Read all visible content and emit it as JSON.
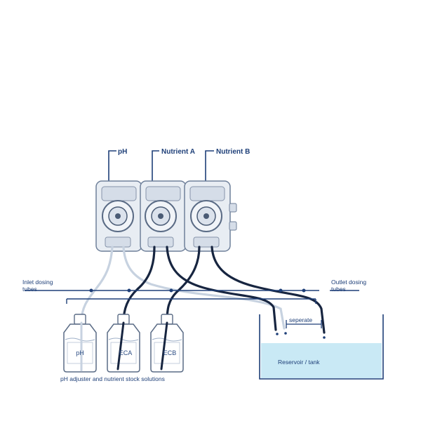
{
  "pumps": {
    "ph": "pH",
    "nutrient_a": "Nutrient A",
    "nutrient_b": "Nutrient B"
  },
  "inlet_label": [
    "Inlet dosing",
    "tubes"
  ],
  "outlet_label": [
    "Outlet dosing",
    "tubes"
  ],
  "separate_label": "seperate",
  "reservoir_label": "Reservoir / tank",
  "bottles": [
    "pH",
    "ECA",
    "ECB"
  ],
  "caption": "pH adjuster and nutrient stock solutions",
  "colors": {
    "line": "#1e3f78",
    "tube_dark": "#172540",
    "tube_light": "#c7d2e0",
    "pump_body": "#e8edf3",
    "water": "#c9e9f5"
  }
}
